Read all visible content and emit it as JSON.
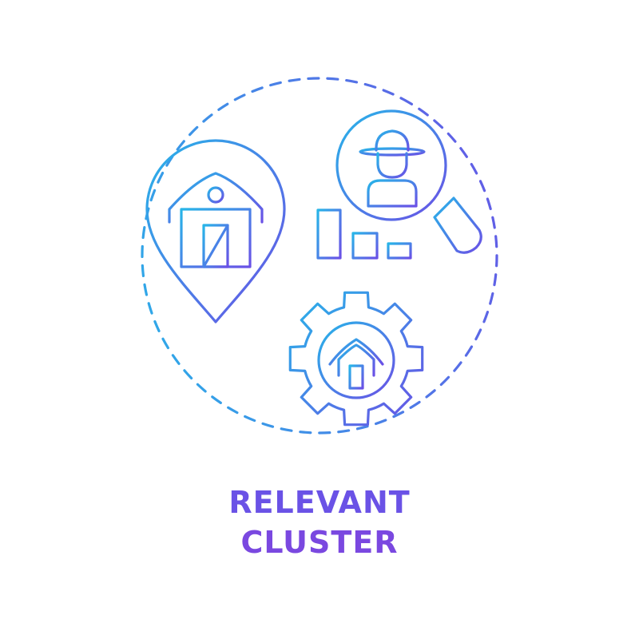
{
  "caption": {
    "line1": "RELEVANT",
    "line2": "CLUSTER"
  },
  "colors": {
    "gradient_start": "#27b5e8",
    "gradient_end": "#6a50e6",
    "caption_top": "#6a52e6",
    "caption_bottom": "#7a48e0",
    "background": "#ffffff"
  },
  "icons": [
    "barn-location-pin-icon",
    "farmer-search-magnifier-icon",
    "bar-chart-icon",
    "gear-barn-icon",
    "dashed-circle-frame"
  ]
}
